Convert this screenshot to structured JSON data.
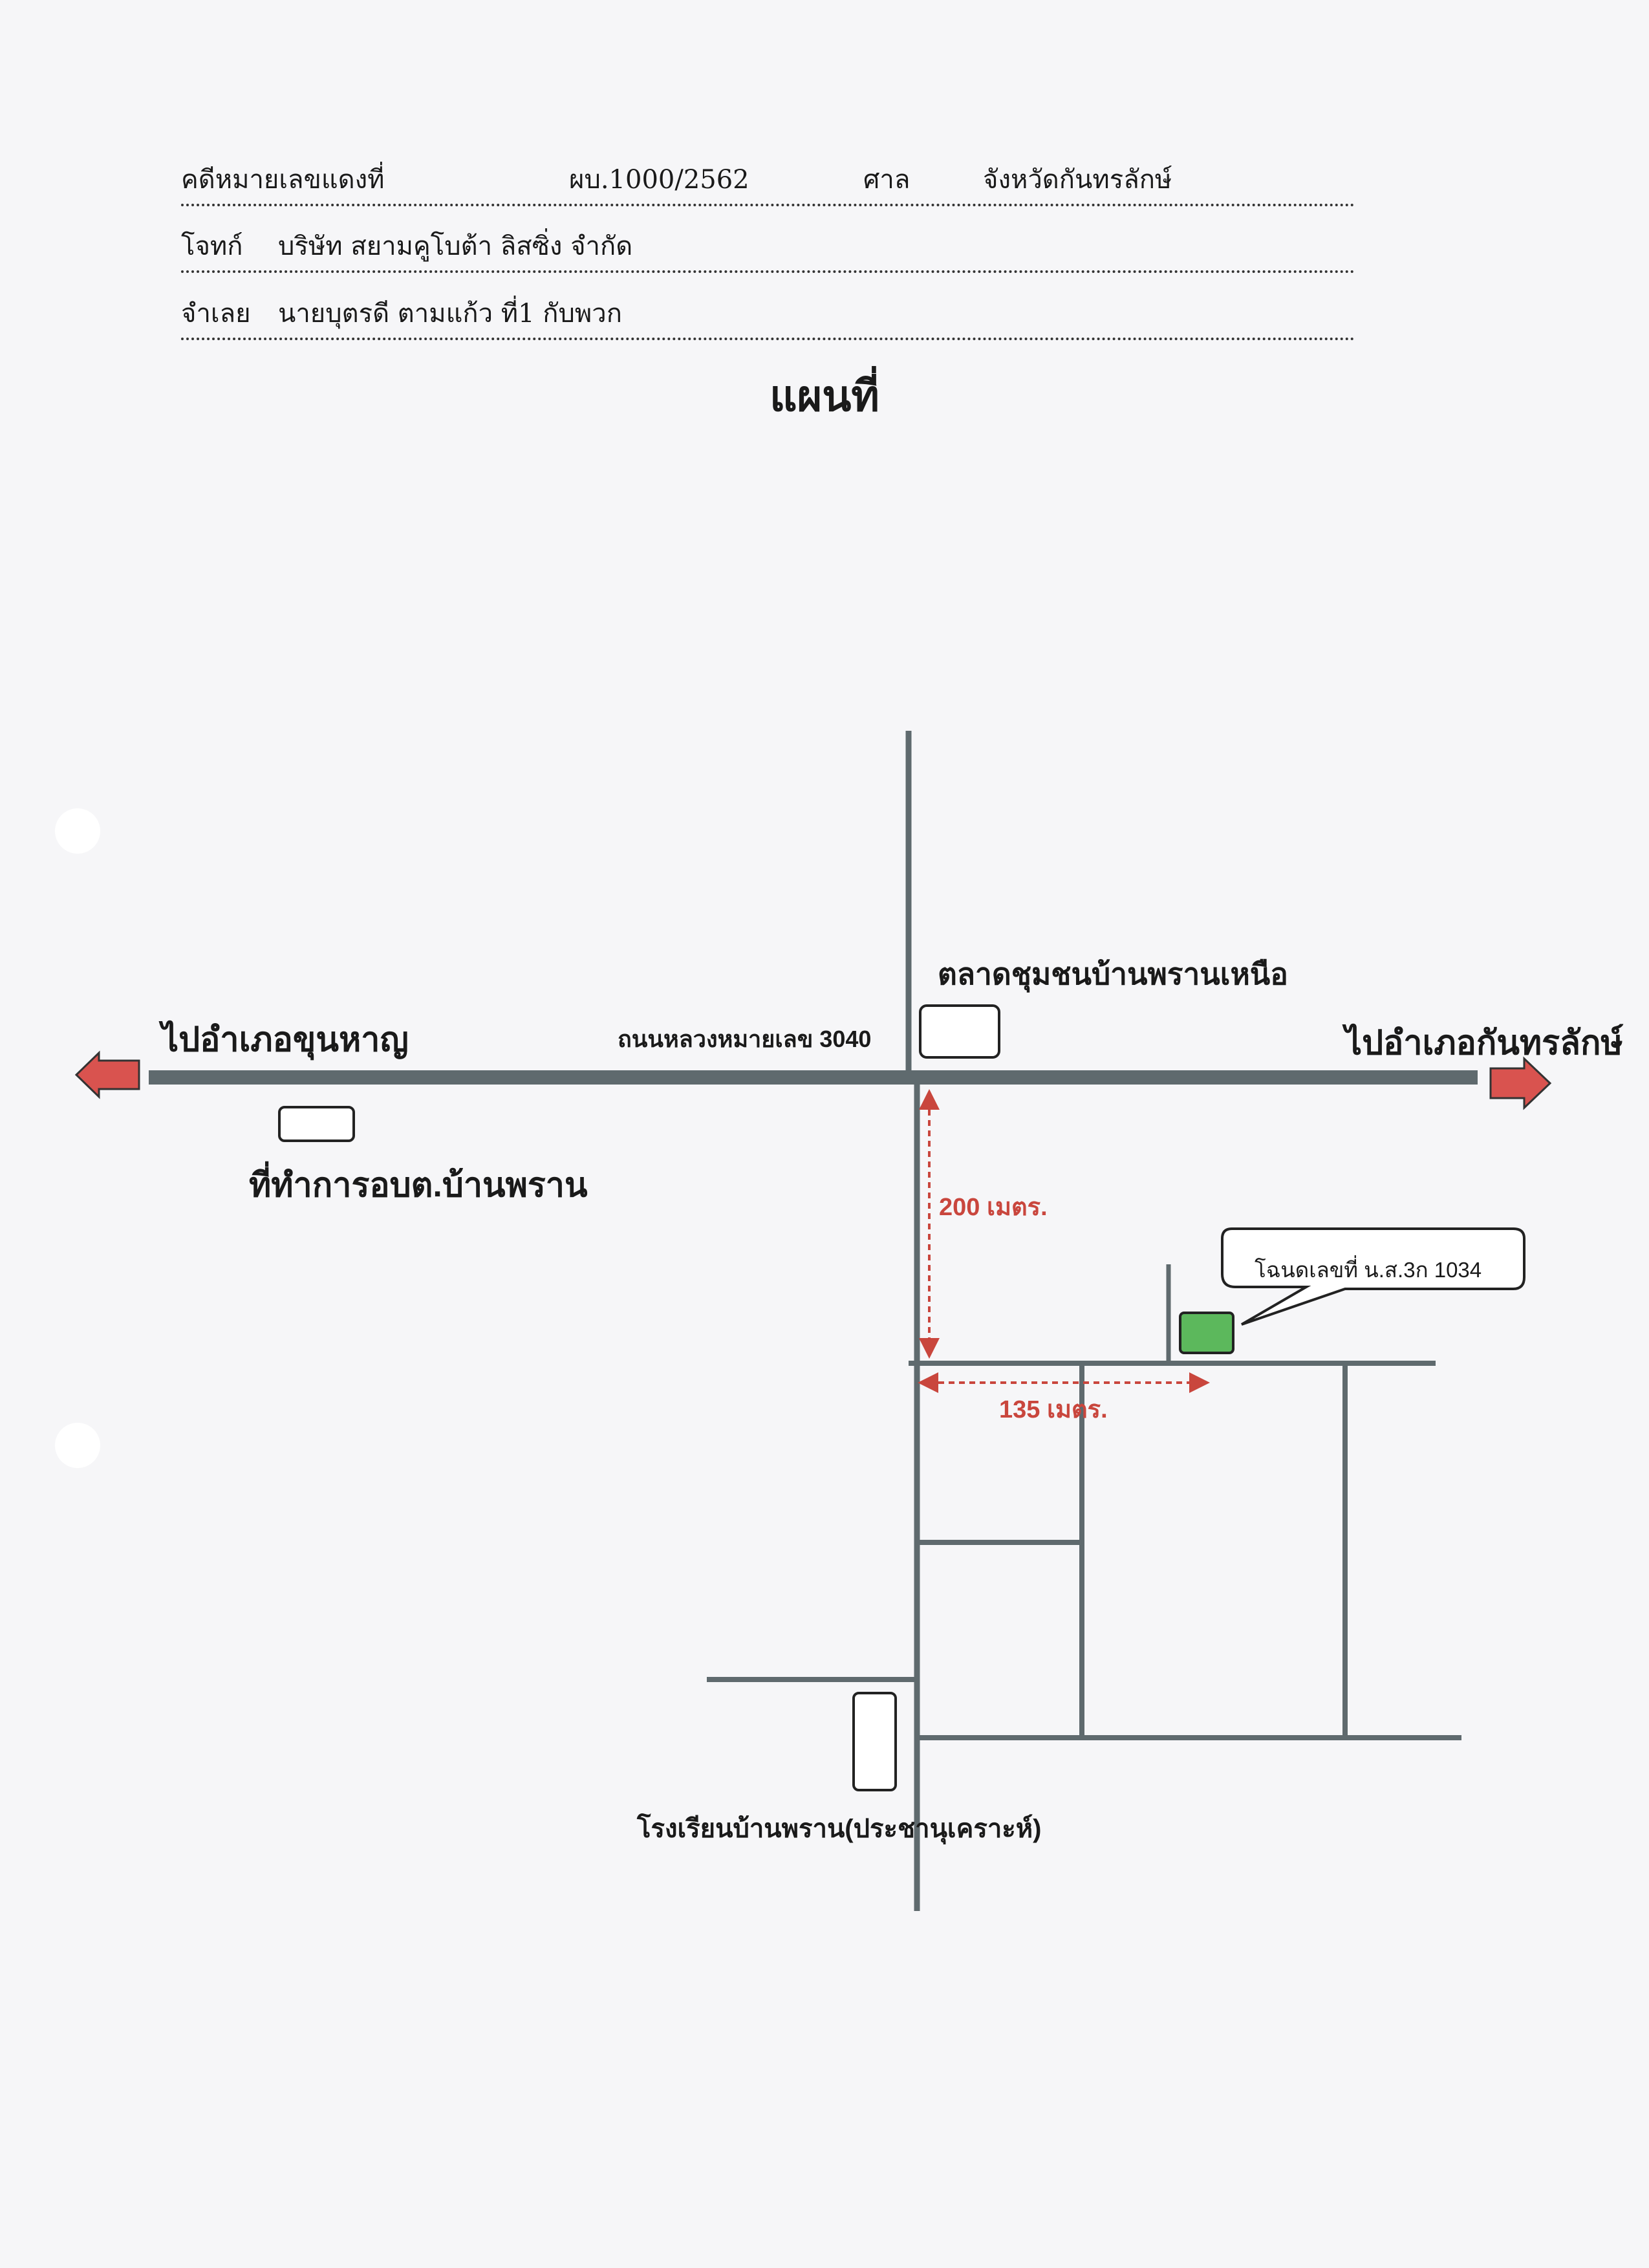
{
  "header": {
    "case_label": "คดีหมายเลขแดงที่",
    "case_number": "ผบ.1000/2562",
    "court_label": "ศาล",
    "court_name": "จังหวัดกันทรลักษ์",
    "plaintiff_label": "โจทก์",
    "plaintiff_name": "บริษัท สยามคูโบต้า ลิสซิ่ง จำกัด",
    "defendant_label": "จำเลย",
    "defendant_name": "นายบุตรดี ตามแก้ว ที่1 กับพวก"
  },
  "title": "แผนที่",
  "map": {
    "left_destination": "ไปอำเภอขุนหาญ",
    "right_destination": "ไปอำเภอกันทรลักษ์",
    "highway_label": "ถนนหลวงหมายเลข 3040",
    "market_label": "ตลาดชุมชนบ้านพรานเหนือ",
    "office_label": "ที่ทำการอบต.บ้านพราน",
    "school_label": "โรงเรียนบ้านพราน(ประชานุเคราะห์)",
    "distance_vertical": "200 เมตร.",
    "distance_horizontal": "135 เมตร.",
    "deed_label": "โฉนดเลขที่ น.ส.3ก 1034",
    "colors": {
      "road": "#5f6a6e",
      "arrow": "#d9534f",
      "dimension": "#c9463d",
      "parcel": "#5cb85c"
    }
  }
}
